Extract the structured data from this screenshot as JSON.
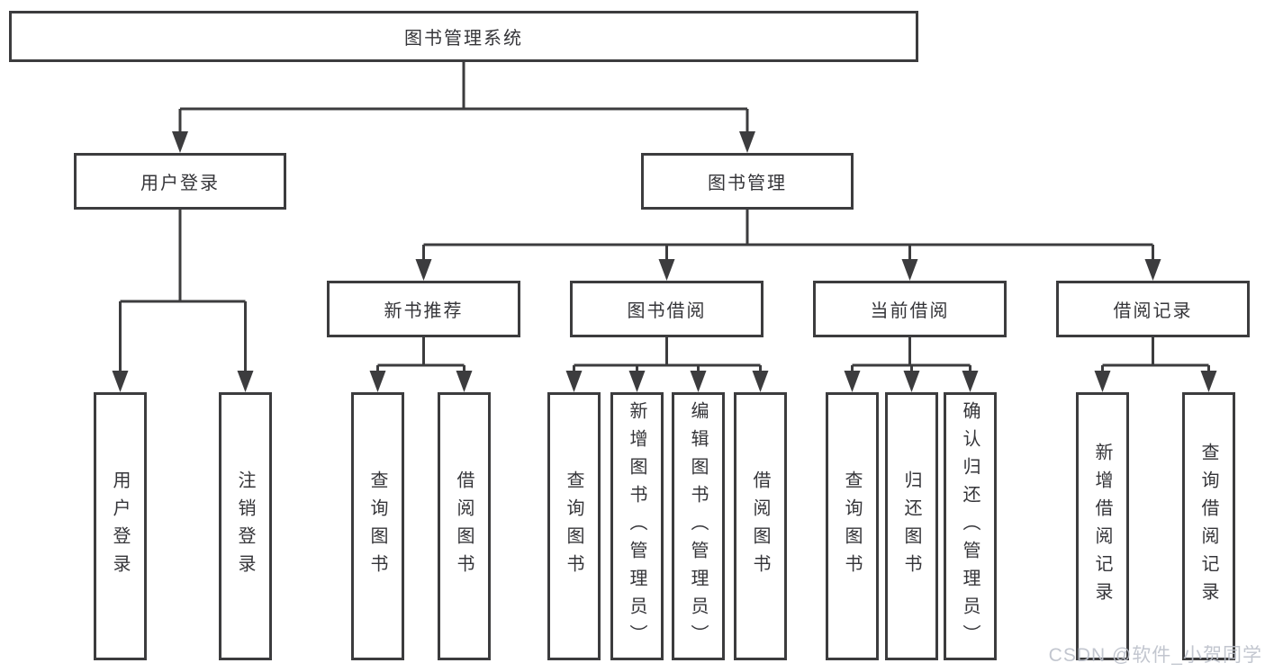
{
  "diagram": {
    "type": "hierarchy-tree",
    "line_color": "#3c3c3e",
    "box_background": "#ffffff",
    "nodes": {
      "root": {
        "label": "图书管理系统"
      },
      "user_login": {
        "label": "用户登录"
      },
      "book_mgmt": {
        "label": "图书管理"
      },
      "new_book_rec": {
        "label": "新书推荐"
      },
      "book_borrow": {
        "label": "图书借阅"
      },
      "current_borrow": {
        "label": "当前借阅"
      },
      "borrow_records": {
        "label": "借阅记录"
      },
      "lf_user_login": {
        "label": "用户登录"
      },
      "lf_logout": {
        "label": "注销登录"
      },
      "lf_query_book_1": {
        "label": "查询图书"
      },
      "lf_borrow_book_1": {
        "label": "借阅图书"
      },
      "lf_query_book_2": {
        "label": "查询图书"
      },
      "lf_add_book": {
        "label": "新增图书（管理员）"
      },
      "lf_edit_book": {
        "label": "编辑图书（管理员）"
      },
      "lf_borrow_book_2": {
        "label": "借阅图书"
      },
      "lf_query_book_3": {
        "label": "查询图书"
      },
      "lf_return_book": {
        "label": "归还图书"
      },
      "lf_confirm_return": {
        "label": "确认归还（管理员）"
      },
      "lf_add_record": {
        "label": "新增借阅记录"
      },
      "lf_query_record": {
        "label": "查询借阅记录"
      }
    },
    "edges": [
      {
        "from": "root",
        "to": "user_login"
      },
      {
        "from": "root",
        "to": "book_mgmt"
      },
      {
        "from": "user_login",
        "to": "lf_user_login"
      },
      {
        "from": "user_login",
        "to": "lf_logout"
      },
      {
        "from": "book_mgmt",
        "to": "new_book_rec"
      },
      {
        "from": "book_mgmt",
        "to": "book_borrow"
      },
      {
        "from": "book_mgmt",
        "to": "current_borrow"
      },
      {
        "from": "book_mgmt",
        "to": "borrow_records"
      },
      {
        "from": "new_book_rec",
        "to": "lf_query_book_1"
      },
      {
        "from": "new_book_rec",
        "to": "lf_borrow_book_1"
      },
      {
        "from": "book_borrow",
        "to": "lf_query_book_2"
      },
      {
        "from": "book_borrow",
        "to": "lf_add_book"
      },
      {
        "from": "book_borrow",
        "to": "lf_edit_book"
      },
      {
        "from": "book_borrow",
        "to": "lf_borrow_book_2"
      },
      {
        "from": "current_borrow",
        "to": "lf_query_book_3"
      },
      {
        "from": "current_borrow",
        "to": "lf_return_book"
      },
      {
        "from": "current_borrow",
        "to": "lf_confirm_return"
      },
      {
        "from": "borrow_records",
        "to": "lf_add_record"
      },
      {
        "from": "borrow_records",
        "to": "lf_query_record"
      }
    ]
  },
  "watermark": {
    "text": "CSDN @软件_小贺同学"
  }
}
